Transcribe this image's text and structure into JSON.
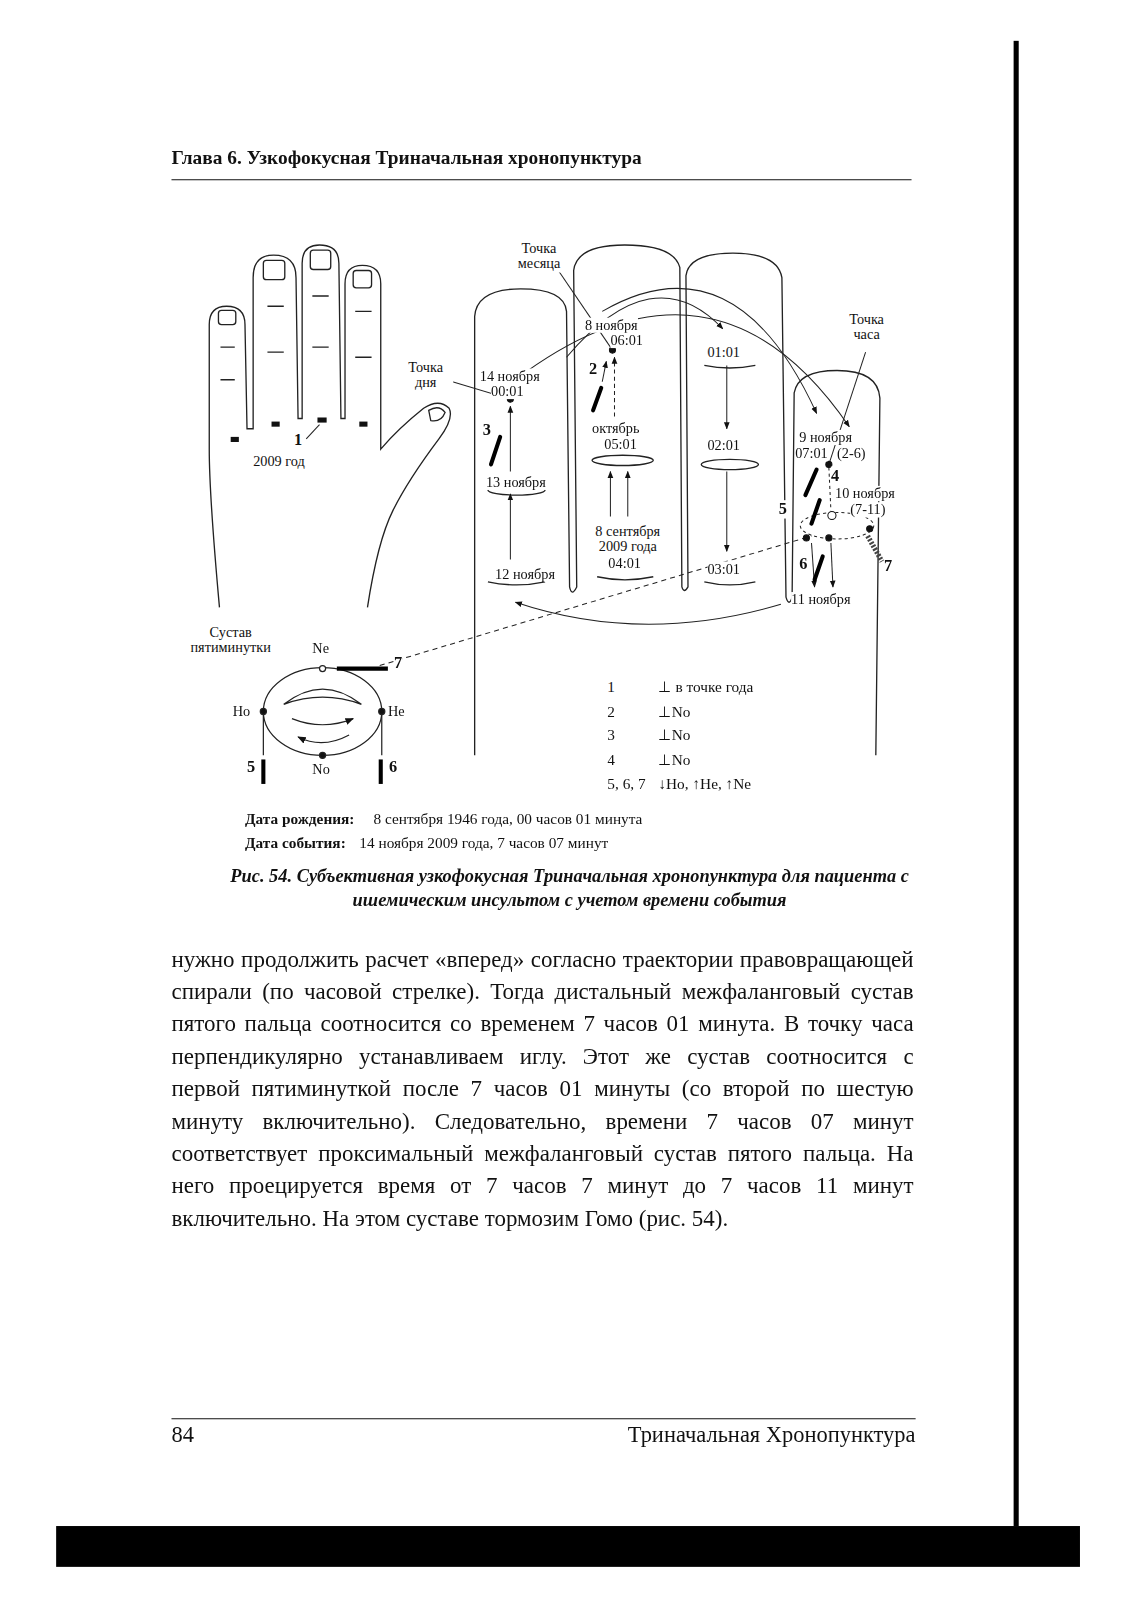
{
  "diagram": {
    "title": "Глава 6. Узкофокусная Триначальная хронопунктура",
    "caption": "Рис. 54. Субъективная узкофокусная Триначальная хронопунктура для пациента с ишемическим инсультом с учетом времени события",
    "labels": [
      "2009 год",
      "1",
      "Точка месяца",
      "Точка дня",
      "14 ноября",
      "00:01",
      "8 ноября",
      "06:01",
      "2",
      "3",
      "октябрь",
      "05:01",
      "13 ноября",
      "8 сентября 2009 года",
      "04:01",
      "12 ноября",
      "01:01",
      "02:01",
      "03:01",
      "Точка часа",
      "9 ноября",
      "07:01",
      "(2-6)",
      "4",
      "10 ноября",
      "(7-11)",
      "5",
      "6",
      "7",
      "11 ноября",
      "Сустав пятиминутки",
      "Ne",
      "7",
      "Ho",
      "He",
      "No",
      "5",
      "6",
      "1",
      "⊥ в точке года",
      "2",
      "⊥No",
      "3",
      "⊥No",
      "4",
      "⊥No",
      "5, 6, 7",
      "↓Ho, ↑He, ↑Ne",
      "Дата рождения:",
      "8 сентября 1946 года, 00 часов 01 минута",
      "Дата события:",
      "14 ноября 2009 года, 7 часов 07 минут",
      "84",
      "Триначальная Хронопунктура",
      "нужно продолжить расчет «вперед» согласно траектории правовращающей спирали (по часовой стрелке). Тогда дистальный межфаланговый сустав пятого пальца соотносится со временем 7 часов 01 минута. В точку часа перпендикулярно устанавливаем иглу. Этот же сустав соотносится с первой пятиминуткой после 7 часов 01 минуты (со второй по шестую минуту включительно). Следовательно, времени 7 часов 07 минут соответствует проксимальный межфаланговый сустав пятого пальца. На него проецируется время от 7 часов 7 минут до 7 часов 11 минут включительно. На этом суставе тормозим Гомо (рис. 54)."
    ]
  }
}
